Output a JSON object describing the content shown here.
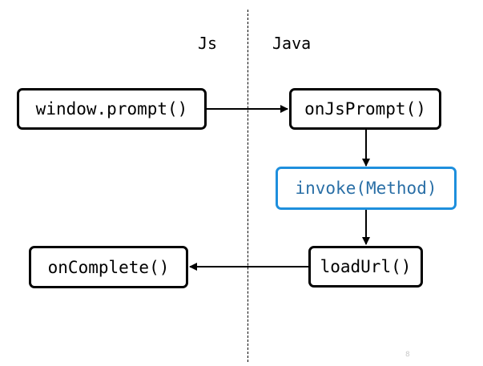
{
  "columns": {
    "left": "Js",
    "right": "Java"
  },
  "nodes": {
    "window_prompt": "window.prompt()",
    "on_js_prompt": "onJsPrompt()",
    "invoke_method": "invoke(Method)",
    "load_url": "loadUrl()",
    "on_complete": "onComplete()"
  },
  "colors": {
    "highlight_border": "#1e8fdd",
    "highlight_text": "#2a6fa6",
    "default": "#000000"
  },
  "footer": {
    "page_number": "8"
  }
}
